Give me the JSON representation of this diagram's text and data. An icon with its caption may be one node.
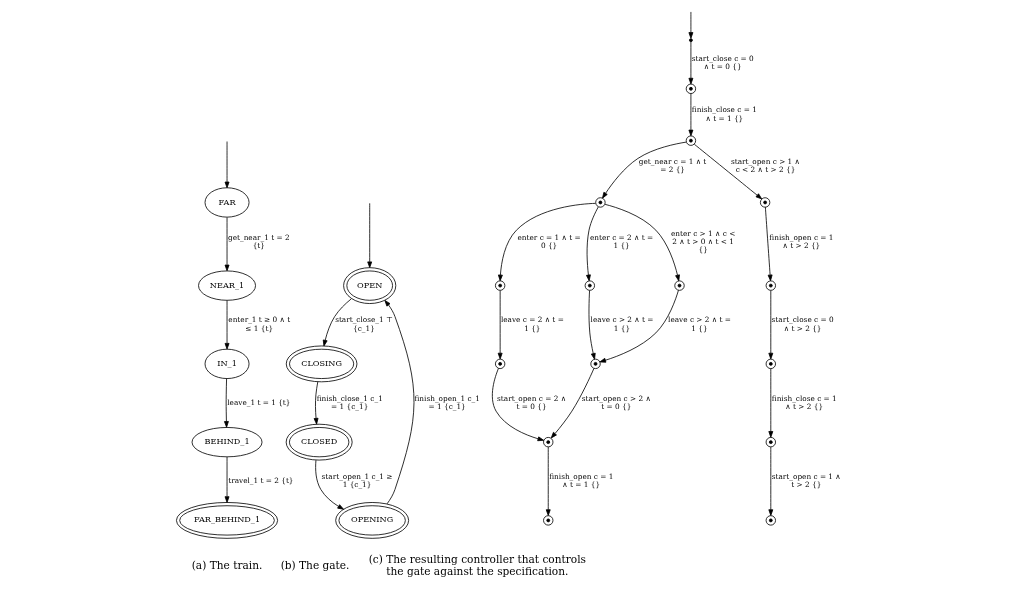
{
  "diagram": {
    "nodes": [
      {
        "text": [
          "FAR"
        ]
      },
      {
        "text": [
          "NEAR_1"
        ]
      },
      {
        "text": [
          "IN_1"
        ]
      },
      {
        "text": [
          "BEHIND_1"
        ]
      },
      {
        "text": [
          "FAR_BEHIND_1"
        ]
      },
      {
        "text": [
          "OPEN"
        ]
      },
      {
        "text": [
          "CLOSING"
        ]
      },
      {
        "text": [
          "CLOSED"
        ]
      },
      {
        "text": [
          "OPENING"
        ]
      },
      {
        "text": [],
        "shape": "point"
      },
      {
        "text": [],
        "shape": "circle"
      },
      {
        "text": [],
        "shape": "circle"
      },
      {
        "text": [],
        "shape": "circle"
      },
      {
        "text": [],
        "shape": "circle"
      },
      {
        "text": [],
        "shape": "circle"
      },
      {
        "text": [],
        "shape": "circle"
      },
      {
        "text": [],
        "shape": "circle"
      },
      {
        "text": [],
        "shape": "circle"
      },
      {
        "text": [],
        "shape": "circle"
      },
      {
        "text": [],
        "shape": "circle"
      },
      {
        "text": [],
        "shape": "circle"
      },
      {
        "text": [],
        "shape": "circle"
      },
      {
        "text": [],
        "shape": "circle"
      },
      {
        "text": [],
        "shape": "circle"
      },
      {
        "text": [],
        "shape": "circle"
      }
    ],
    "edges": [
      {
        "from": null,
        "to": 0,
        "arrow": "to"
      },
      {
        "from": 0,
        "to": 1,
        "arrow": "to",
        "label": "get_near_1 t = 2 {t}"
      },
      {
        "from": 1,
        "to": 2,
        "arrow": "to",
        "label": "enter_1 t ≥ 0 ∧ t ≤ 1 {t}"
      },
      {
        "from": 2,
        "to": 3,
        "arrow": "to",
        "label": "leave_1 t = 1 {t}"
      },
      {
        "from": 3,
        "to": 4,
        "arrow": "to",
        "label": "travel_1 t = 2 {t}"
      },
      {
        "from": null,
        "to": 5,
        "arrow": "to"
      },
      {
        "from": 5,
        "to": 6,
        "arrow": "to",
        "label": "start_close_1 ⊤ {c_1}"
      },
      {
        "from": 6,
        "to": 7,
        "arrow": "to",
        "label": "finish_close_1 c_1 = 1 {c_1}"
      },
      {
        "from": 7,
        "to": 8,
        "arrow": "to",
        "label": "start_open_1 c_1 ≥ 1 {c_1}"
      },
      {
        "from": 8,
        "to": 5,
        "arrow": "to",
        "label": "finish_open_1 c_1 = 1 {c_1}"
      },
      {
        "from": null,
        "to": 9,
        "arrow": "to"
      },
      {
        "from": 9,
        "to": 10,
        "arrow": "to",
        "label": "start_close c = 0 ∧ t = 0 {}"
      },
      {
        "from": 10,
        "to": 11,
        "arrow": "to",
        "label": "finish_close c = 1 ∧ t = 1 {}"
      },
      {
        "from": 11,
        "to": 12,
        "arrow": "to",
        "label": "get_near c = 1 ∧ t = 2 {}"
      },
      {
        "from": 11,
        "to": 13,
        "arrow": "to",
        "label": "start_open c > 1 ∧ c < 2 ∧ t > 2 {}"
      },
      {
        "from": 12,
        "to": 14,
        "arrow": "to",
        "label": "enter c = 1 ∧ t = 0 {}"
      },
      {
        "from": 12,
        "to": 15,
        "arrow": "to",
        "label": "enter c = 2 ∧ t = 1 {}"
      },
      {
        "from": 12,
        "to": 16,
        "arrow": "to",
        "label": "enter c > 1 ∧ c < 2 ∧ t > 0 ∧ t < 1 {}"
      },
      {
        "from": 14,
        "to": 17,
        "arrow": "to",
        "label": "leave c = 2 ∧ t = 1 {}"
      },
      {
        "from": 15,
        "to": 18,
        "arrow": "to",
        "label": "leave c > 2 ∧ t = 1 {}"
      },
      {
        "from": 16,
        "to": 18,
        "arrow": "to",
        "label": "leave c > 2 ∧ t = 1 {}"
      },
      {
        "from": 17,
        "to": 19,
        "arrow": "to",
        "label": "start_open c = 2 ∧ t = 0 {}"
      },
      {
        "from": 18,
        "to": 19,
        "arrow": "to",
        "label": "start_open c > 2 ∧ t = 0 {}"
      },
      {
        "from": 19,
        "to": 20,
        "arrow": "to",
        "label": "finish_open c = 1 ∧ t = 1 {}"
      },
      {
        "from": 13,
        "to": 21,
        "arrow": "to",
        "label": "finish_open c = 1 ∧ t > 2 {}"
      },
      {
        "from": 21,
        "to": 22,
        "arrow": "to",
        "label": "start_close c = 0 ∧ t > 2 {}"
      },
      {
        "from": 22,
        "to": 23,
        "arrow": "to",
        "label": "finish_close c = 1 ∧ t > 2 {}"
      },
      {
        "from": 23,
        "to": 24,
        "arrow": "to",
        "label": "start_open c = 1 ∧ t > 2 {}"
      }
    ],
    "labels": [
      "(a) The train.",
      "(b) The gate.",
      "(c) The resulting controller that controls the gate against the specification."
    ]
  }
}
